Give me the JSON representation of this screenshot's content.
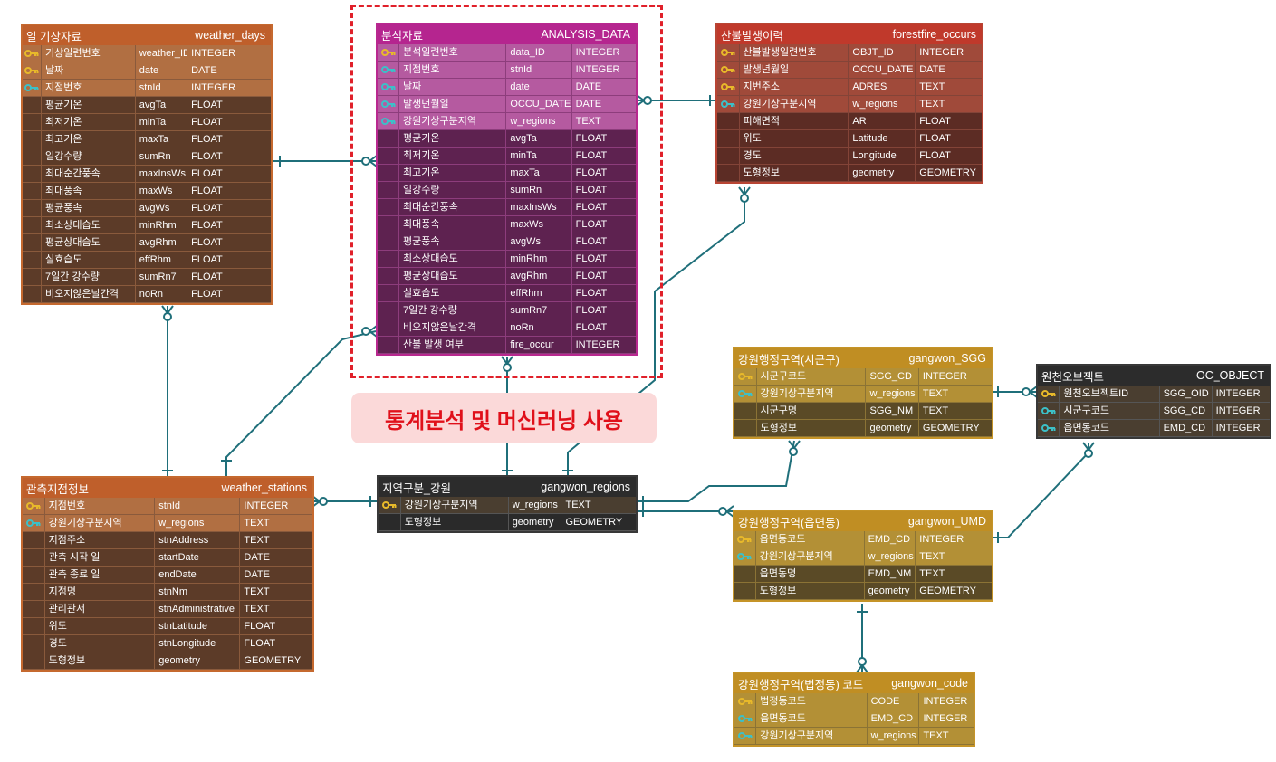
{
  "colors": {
    "orange": {
      "hd": "#bf5f2b",
      "bd": "#c5692f",
      "body": "#5c3b28",
      "keybg": "#b16f42",
      "line": "#8a5a3c"
    },
    "magenta": {
      "hd": "#b5258f",
      "bd": "#b8288f",
      "body": "#5e2250",
      "keybg": "#b55aa0",
      "line": "#8d3d7c"
    },
    "red": {
      "hd": "#c0392b",
      "bd": "#b84534",
      "body": "#5c2c24",
      "keybg": "#a04a3a",
      "line": "#834438"
    },
    "dark": {
      "hd": "#2c2c2c",
      "bd": "#383838",
      "body": "#2a2a2a",
      "keybg": "#4a3e30",
      "line": "#555555"
    },
    "gold": {
      "hd": "#c08e23",
      "bd": "#c59428",
      "body": "#5a4a26",
      "keybg": "#b39036",
      "line": "#8b7335"
    },
    "connector": "#1f6f7a",
    "pk_icon": "#e8b92a",
    "fk_icon": "#3cc0c8",
    "note_text": "#e0101a",
    "highlight_border": "#e0202a"
  },
  "tables": [
    {
      "id": "weather_days",
      "theme": "orange",
      "title": "일 기상자료",
      "name": "weather_days",
      "cols": [
        133,
        73,
        118
      ],
      "rows": [
        {
          "k": "pk",
          "c": [
            "기상일련번호",
            "weather_ID",
            "INTEGER"
          ]
        },
        {
          "k": "pk",
          "c": [
            "날짜",
            "date",
            "DATE"
          ]
        },
        {
          "k": "fk",
          "c": [
            "지점번호",
            "stnId",
            "INTEGER"
          ]
        },
        {
          "k": "",
          "c": [
            "평균기온",
            "avgTa",
            "FLOAT"
          ]
        },
        {
          "k": "",
          "c": [
            "최저기온",
            "minTa",
            "FLOAT"
          ]
        },
        {
          "k": "",
          "c": [
            "최고기온",
            "maxTa",
            "FLOAT"
          ]
        },
        {
          "k": "",
          "c": [
            "일강수량",
            "sumRn",
            "FLOAT"
          ]
        },
        {
          "k": "",
          "c": [
            "최대순간풍속",
            "maxInsWs",
            "FLOAT"
          ]
        },
        {
          "k": "",
          "c": [
            "최대풍속",
            "maxWs",
            "FLOAT"
          ]
        },
        {
          "k": "",
          "c": [
            "평균풍속",
            "avgWs",
            "FLOAT"
          ]
        },
        {
          "k": "",
          "c": [
            "최소상대습도",
            "minRhm",
            "FLOAT"
          ]
        },
        {
          "k": "",
          "c": [
            "평균상대습도",
            "avgRhm",
            "FLOAT"
          ]
        },
        {
          "k": "",
          "c": [
            "실효습도",
            "effRhm",
            "FLOAT"
          ]
        },
        {
          "k": "",
          "c": [
            "7일간 강수량",
            "sumRn7",
            "FLOAT"
          ]
        },
        {
          "k": "",
          "c": [
            "비오지않은날간격",
            "noRn",
            "FLOAT"
          ]
        }
      ]
    },
    {
      "id": "analysis_data",
      "theme": "magenta",
      "title": "분석자료",
      "name": "ANALYSIS_DATA",
      "cols": [
        133,
        81,
        79
      ],
      "rows": [
        {
          "k": "pk",
          "c": [
            "분석일련번호",
            "data_ID",
            "INTEGER"
          ]
        },
        {
          "k": "fk",
          "c": [
            "지점번호",
            "stnId",
            "INTEGER"
          ]
        },
        {
          "k": "fk",
          "c": [
            "날짜",
            "date",
            "DATE"
          ]
        },
        {
          "k": "fk",
          "c": [
            "발생년월일",
            "OCCU_DATE",
            "DATE"
          ]
        },
        {
          "k": "fk",
          "c": [
            "강원기상구분지역",
            "w_regions",
            "TEXT"
          ]
        },
        {
          "k": "",
          "c": [
            "평균기온",
            "avgTa",
            "FLOAT"
          ]
        },
        {
          "k": "",
          "c": [
            "최저기온",
            "minTa",
            "FLOAT"
          ]
        },
        {
          "k": "",
          "c": [
            "최고기온",
            "maxTa",
            "FLOAT"
          ]
        },
        {
          "k": "",
          "c": [
            "일강수량",
            "sumRn",
            "FLOAT"
          ]
        },
        {
          "k": "",
          "c": [
            "최대순간풍속",
            "maxInsWs",
            "FLOAT"
          ]
        },
        {
          "k": "",
          "c": [
            "최대풍속",
            "maxWs",
            "FLOAT"
          ]
        },
        {
          "k": "",
          "c": [
            "평균풍속",
            "avgWs",
            "FLOAT"
          ]
        },
        {
          "k": "",
          "c": [
            "최소상대습도",
            "minRhm",
            "FLOAT"
          ]
        },
        {
          "k": "",
          "c": [
            "평균상대습도",
            "avgRhm",
            "FLOAT"
          ]
        },
        {
          "k": "",
          "c": [
            "실효습도",
            "effRhm",
            "FLOAT"
          ]
        },
        {
          "k": "",
          "c": [
            "7일간 강수량",
            "sumRn7",
            "FLOAT"
          ]
        },
        {
          "k": "",
          "c": [
            "비오지않은날간격",
            "noRn",
            "FLOAT"
          ]
        },
        {
          "k": "",
          "c": [
            "산불 발생 여부",
            "fire_occur",
            "INTEGER"
          ]
        }
      ]
    },
    {
      "id": "forestfire_occurs",
      "theme": "red",
      "title": "산불발생이력",
      "name": "forestfire_occurs",
      "cols": [
        133,
        81,
        80
      ],
      "rows": [
        {
          "k": "pk",
          "c": [
            "산불발생일련번호",
            "OBJT_ID",
            "INTEGER"
          ]
        },
        {
          "k": "pk",
          "c": [
            "발생년월일",
            "OCCU_DATE",
            "DATE"
          ]
        },
        {
          "k": "pk",
          "c": [
            "지번주소",
            "ADRES",
            "TEXT"
          ]
        },
        {
          "k": "fk",
          "c": [
            "강원기상구분지역",
            "w_regions",
            "TEXT"
          ]
        },
        {
          "k": "",
          "c": [
            "피해면적",
            "AR",
            "FLOAT"
          ]
        },
        {
          "k": "",
          "c": [
            "위도",
            "Latitude",
            "FLOAT"
          ]
        },
        {
          "k": "",
          "c": [
            "경도",
            "Longitude",
            "FLOAT"
          ]
        },
        {
          "k": "",
          "c": [
            "도형정보",
            "geometry",
            "GEOMETRY"
          ]
        }
      ]
    },
    {
      "id": "weather_stations",
      "theme": "orange",
      "title": "관측지점정보",
      "name": "weather_stations",
      "cols": [
        133,
        103,
        87
      ],
      "rows": [
        {
          "k": "pk",
          "c": [
            "지점번호",
            "stnId",
            "INTEGER"
          ]
        },
        {
          "k": "fk",
          "c": [
            "강원기상구분지역",
            "w_regions",
            "TEXT"
          ]
        },
        {
          "k": "",
          "c": [
            "지점주소",
            "stnAddress",
            "TEXT"
          ]
        },
        {
          "k": "",
          "c": [
            "관측 시작 일",
            "startDate",
            "DATE"
          ]
        },
        {
          "k": "",
          "c": [
            "관측 종료 일",
            "endDate",
            "DATE"
          ]
        },
        {
          "k": "",
          "c": [
            "지점명",
            "stnNm",
            "TEXT"
          ]
        },
        {
          "k": "",
          "c": [
            "관리관서",
            "stnAdministrative",
            "TEXT"
          ]
        },
        {
          "k": "",
          "c": [
            "위도",
            "stnLatitude",
            "FLOAT"
          ]
        },
        {
          "k": "",
          "c": [
            "경도",
            "stnLongitude",
            "FLOAT"
          ]
        },
        {
          "k": "",
          "c": [
            "도형정보",
            "geometry",
            "GEOMETRY"
          ]
        }
      ]
    },
    {
      "id": "gangwon_regions",
      "theme": "dark",
      "title": "지역구분_강원",
      "name": "gangwon_regions",
      "cols": [
        130,
        64,
        89
      ],
      "rows": [
        {
          "k": "pk",
          "c": [
            "강원기상구분지역",
            "w_regions",
            "TEXT"
          ]
        },
        {
          "k": "",
          "c": [
            "도형정보",
            "geometry",
            "GEOMETRY"
          ]
        }
      ]
    },
    {
      "id": "gangwon_sgg",
      "theme": "gold",
      "title": "강원행정구역(시군구)",
      "name": "gangwon_SGG",
      "cols": [
        133,
        64,
        88
      ],
      "rows": [
        {
          "k": "pk",
          "c": [
            "시군구코드",
            "SGG_CD",
            "INTEGER"
          ]
        },
        {
          "k": "fk",
          "c": [
            "강원기상구분지역",
            "w_regions",
            "TEXT"
          ]
        },
        {
          "k": "",
          "c": [
            "시군구명",
            "SGG_NM",
            "TEXT"
          ]
        },
        {
          "k": "",
          "c": [
            "도형정보",
            "geometry",
            "GEOMETRY"
          ]
        }
      ]
    },
    {
      "id": "oc_object",
      "theme": "dark",
      "title": "원천오브젝트",
      "name": "OC_OBJECT",
      "cols": [
        122,
        64,
        70
      ],
      "rows": [
        {
          "k": "pk",
          "c": [
            "원천오브젝트ID",
            "SGG_OID",
            "INTEGER"
          ]
        },
        {
          "k": "fk",
          "c": [
            "시군구코드",
            "SGG_CD",
            "INTEGER"
          ]
        },
        {
          "k": "fk",
          "c": [
            "읍면동코드",
            "EMD_CD",
            "INTEGER"
          ]
        }
      ]
    },
    {
      "id": "gangwon_umd",
      "theme": "gold",
      "title": "강원행정구역(읍면동)",
      "name": "gangwon_UMD",
      "cols": [
        136,
        64,
        95
      ],
      "rows": [
        {
          "k": "pk",
          "c": [
            "읍면동코드",
            "EMD_CD",
            "INTEGER"
          ]
        },
        {
          "k": "fk",
          "c": [
            "강원기상구분지역",
            "w_regions",
            "TEXT"
          ]
        },
        {
          "k": "",
          "c": [
            "읍면동명",
            "EMD_NM",
            "TEXT"
          ]
        },
        {
          "k": "",
          "c": [
            "도형정보",
            "geometry",
            "GEOMETRY"
          ]
        }
      ]
    },
    {
      "id": "gangwon_code",
      "theme": "gold",
      "title": "강원행정구역(법정동) 코드",
      "name": "gangwon_code",
      "cols": [
        136,
        64,
        66
      ],
      "rows": [
        {
          "k": "pk",
          "c": [
            "법정동코드",
            "CODE",
            "INTEGER"
          ]
        },
        {
          "k": "fk",
          "c": [
            "읍면동코드",
            "EMD_CD",
            "INTEGER"
          ]
        },
        {
          "k": "fk",
          "c": [
            "강원기상구분지역",
            "w_regions",
            "TEXT"
          ]
        }
      ]
    }
  ],
  "note": {
    "text": "통계분석 및 머신러닝 사용"
  }
}
